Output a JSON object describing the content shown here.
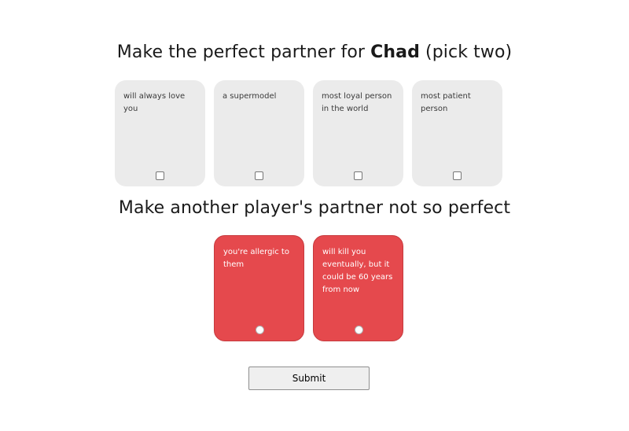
{
  "heading_good": {
    "prefix": "Make the perfect partner for ",
    "name": "Chad",
    "suffix": " (pick two)"
  },
  "heading_bad": "Make another player's partner not so perfect",
  "good_cards": [
    {
      "text": "will always love you"
    },
    {
      "text": "a supermodel"
    },
    {
      "text": "most loyal person in the world"
    },
    {
      "text": "most patient person"
    }
  ],
  "bad_cards": [
    {
      "text": "you're allergic to them"
    },
    {
      "text": "will kill you eventually, but it could be 60 years from now"
    }
  ],
  "submit_label": "Submit",
  "colors": {
    "good_card_bg": "#ebebeb",
    "bad_card_bg": "#e5494d"
  }
}
